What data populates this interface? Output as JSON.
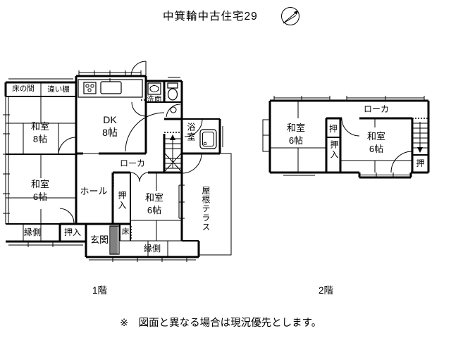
{
  "page": {
    "background": "#ffffff",
    "line_color": "#000000"
  },
  "header": {
    "title": "中箕輪中古住宅29",
    "compass_icon": "north-arrow"
  },
  "floor1": {
    "caption": "1階",
    "rooms": {
      "tokonoma": "床の間",
      "chigaidana": "違い棚",
      "washitsu8": {
        "name": "和室",
        "size": "8帖"
      },
      "dk": {
        "name": "DK",
        "size": "8帖"
      },
      "senmen": "洗面",
      "yokushitsu": "浴室",
      "roka": "ローカ",
      "hall": "ホール",
      "oshiire_center": "押入",
      "washitsu6_left": {
        "name": "和室",
        "size": "6帖"
      },
      "washitsu6_south": {
        "name": "和室",
        "size": "6帖"
      },
      "engawa_left": "縁側",
      "oshiire_south": "押入",
      "genkan": "玄関",
      "toko": "床",
      "engawa_right": "縁側",
      "yane_terrace": "屋根テラス"
    },
    "icons": [
      "stove-icon",
      "kitchen-sink-icon",
      "washbasin-icon",
      "toilet-icon",
      "bathtub-icon",
      "stairs-up-icon"
    ]
  },
  "floor2": {
    "caption": "2階",
    "rooms": {
      "roka": "ローカ",
      "washitsu6_left": {
        "name": "和室",
        "size": "6帖"
      },
      "oshi_top": "押",
      "oshiire": "押入",
      "washitsu6_right": {
        "name": "和室",
        "size": "6帖"
      },
      "oshi_bottom": "押"
    },
    "icons": [
      "stairs-down-icon"
    ]
  },
  "footer": {
    "note": "※　図面と異なる場合は現況優先とします。"
  }
}
